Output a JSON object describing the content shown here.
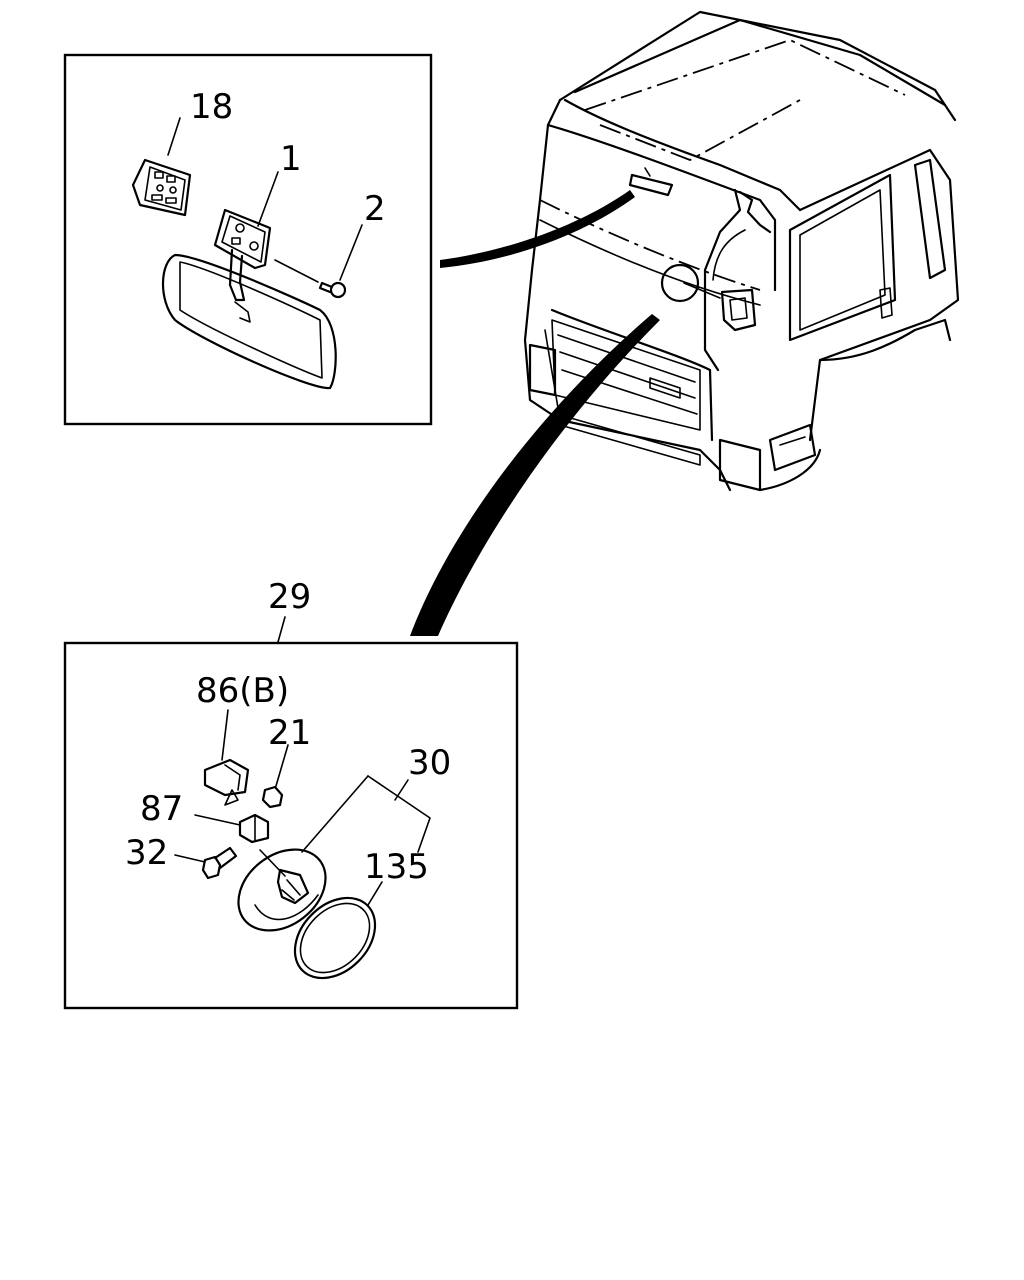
{
  "callouts": {
    "c18": "18",
    "c1": "1",
    "c2": "2",
    "c29": "29",
    "c86b": "86(B)",
    "c21": "21",
    "c30": "30",
    "c87": "87",
    "c32": "32",
    "c135": "135"
  }
}
